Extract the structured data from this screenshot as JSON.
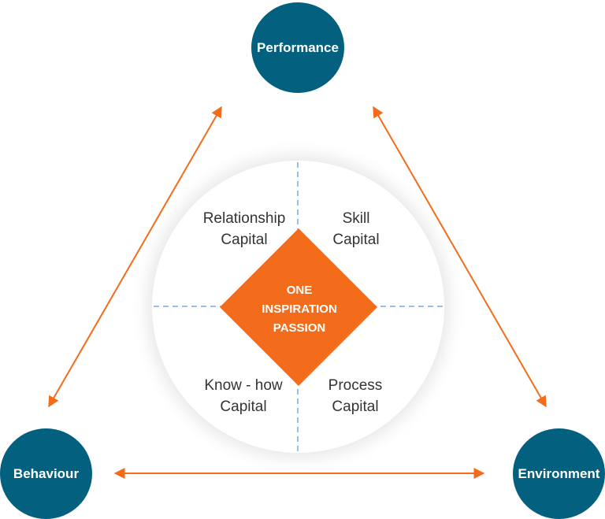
{
  "colors": {
    "node_fill": "#04607f",
    "accent_orange": "#f36c1b",
    "divider_blue": "#7aa9e0",
    "text_dark": "#333333"
  },
  "nodes": {
    "performance": "Performance",
    "behaviour": "Behaviour",
    "environment": "Environment"
  },
  "quadrants": {
    "relationship": [
      "Relationship",
      "Capital"
    ],
    "skill": [
      "Skill",
      "Capital"
    ],
    "know_how": [
      "Know - how",
      "Capital"
    ],
    "process": [
      "Process",
      "Capital"
    ]
  },
  "center": [
    "ONE",
    "INSPIRATION",
    "PASSION"
  ]
}
